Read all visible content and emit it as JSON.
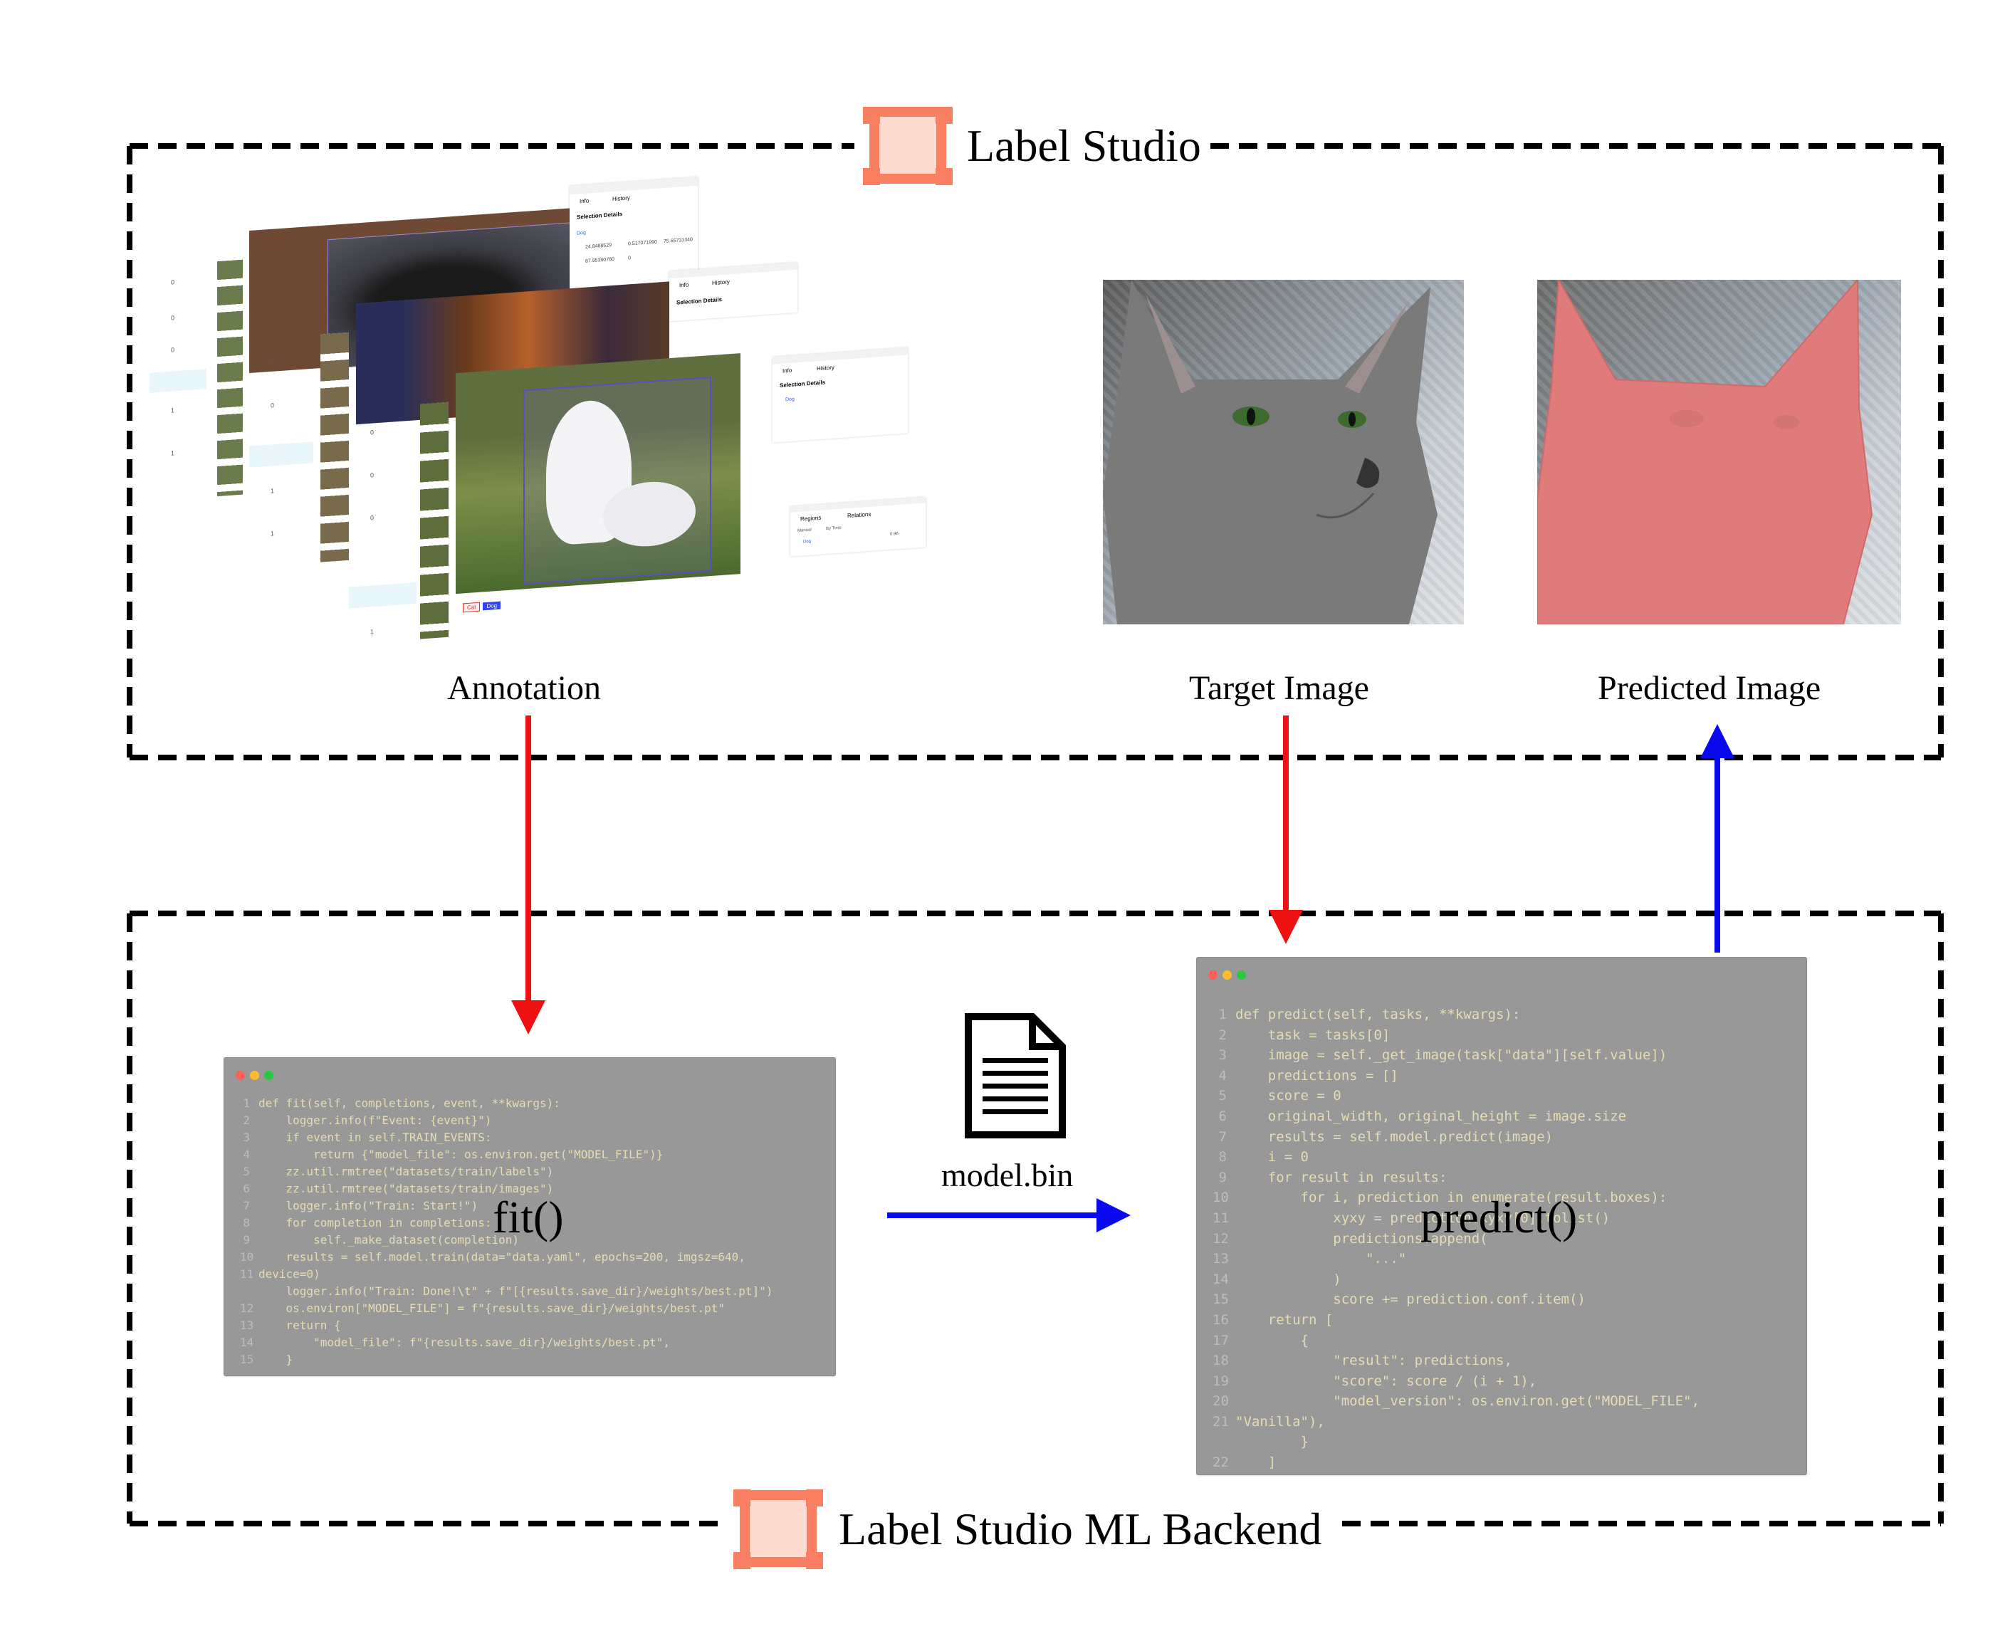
{
  "label_studio": {
    "title": "Label Studio",
    "annotation_caption": "Annotation",
    "target_caption": "Target Image",
    "predicted_caption": "Predicted Image",
    "annotation_panel": {
      "tab_info": "Info",
      "tab_history": "History",
      "selection_details": "Selection Details",
      "region_label": "Dog",
      "regions_tab": "Regions",
      "relations_tab": "Relations",
      "manual_label": "Manual",
      "by_time_label": "By Time",
      "chip_cat": "Cat",
      "chip_dog": "Dog",
      "coord_1": "24.8488529",
      "coord_2": "0.517071990",
      "coord_3": "75.65731340",
      "coord_4": "87.95390780",
      "coord_5": "0",
      "score": "0.96"
    }
  },
  "ml_backend": {
    "title": "Label Studio ML Backend",
    "fit_label": "fit()",
    "predict_label": "predict()",
    "model_file_label": "model.bin",
    "fit_code": [
      "def fit(self, completions, event, **kwargs):",
      "    logger.info(f\"Event: {event}\")",
      "    if event in self.TRAIN_EVENTS:",
      "        return {\"model_file\": os.environ.get(\"MODEL_FILE\")}",
      "    zz.util.rmtree(\"datasets/train/labels\")",
      "    zz.util.rmtree(\"datasets/train/images\")",
      "    logger.info(\"Train: Start!\")",
      "    for completion in completions:",
      "        self._make_dataset(completion)",
      "    results = self.model.train(data=\"data.yaml\", epochs=200, imgsz=640,",
      "device=0)",
      "    logger.info(\"Train: Done!\\t\" + f\"[{results.save_dir}/weights/best.pt]\")",
      "    os.environ[\"MODEL_FILE\"] = f\"{results.save_dir}/weights/best.pt\"",
      "    return {",
      "        \"model_file\": f\"{results.save_dir}/weights/best.pt\",",
      "    }"
    ],
    "fit_line_numbers": [
      "1",
      "2",
      "3",
      "4",
      "5",
      "6",
      "7",
      "8",
      "9",
      "10",
      "11",
      "",
      "12",
      "13",
      "14",
      "15"
    ],
    "predict_code": [
      "def predict(self, tasks, **kwargs):",
      "    task = tasks[0]",
      "    image = self._get_image(task[\"data\"][self.value])",
      "    predictions = []",
      "    score = 0",
      "    original_width, original_height = image.size",
      "    results = self.model.predict(image)",
      "    i = 0",
      "    for result in results:",
      "        for i, prediction in enumerate(result.boxes):",
      "            xyxy = prediction.xyxy[0].tolist()",
      "            predictions.append(",
      "                \"...\"",
      "            )",
      "            score += prediction.conf.item()",
      "    return [",
      "        {",
      "            \"result\": predictions,",
      "            \"score\": score / (i + 1),",
      "            \"model_version\": os.environ.get(\"MODEL_FILE\",",
      "\"Vanilla\"),",
      "        }",
      "    ]"
    ],
    "predict_line_numbers": [
      "1",
      "2",
      "3",
      "4",
      "5",
      "6",
      "7",
      "8",
      "9",
      "10",
      "11",
      "12",
      "13",
      "14",
      "15",
      "16",
      "17",
      "18",
      "19",
      "20",
      "21",
      "",
      "22"
    ]
  },
  "colors": {
    "train_arrow": "#ee1111",
    "predict_arrow": "#0a0aee",
    "logo": "#f97f63",
    "logo_fill": "#fddbd1",
    "mask": "#e07b7b",
    "code_bg": "#989898",
    "code_text": "#e6dcb4",
    "dot_red": "#ff6159",
    "dot_yellow": "#ffbd2e",
    "dot_green": "#28c941"
  },
  "icons": [
    "label-studio-logo-icon",
    "document-icon",
    "arrow-icon"
  ]
}
